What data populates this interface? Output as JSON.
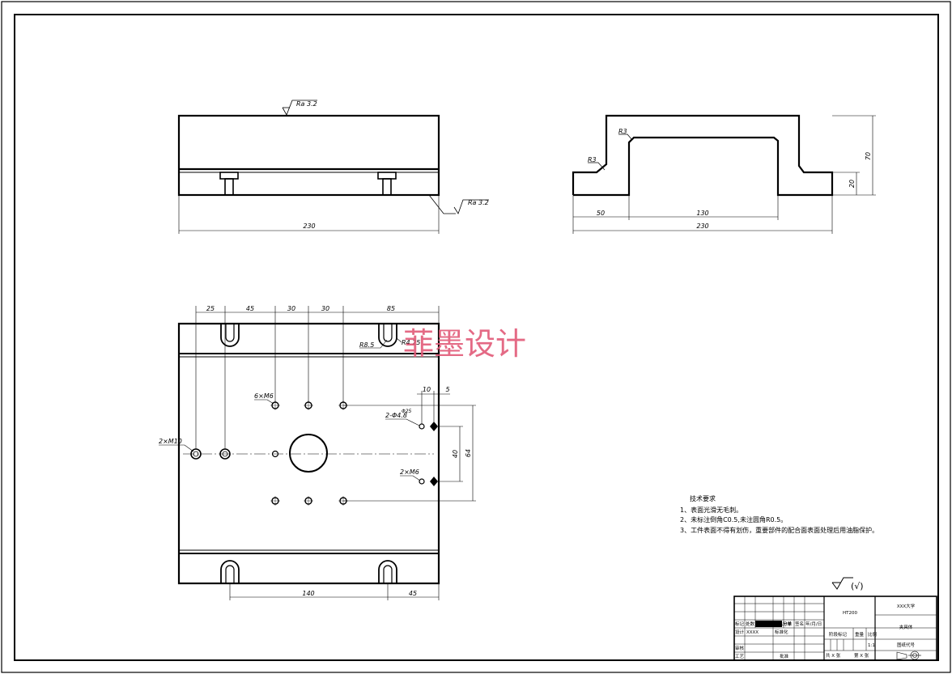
{
  "front_view": {
    "surface_top": "Ra 3.2",
    "surface_bottom": "Ra 3.2",
    "width_dim": "230"
  },
  "side_view": {
    "radius_inner": "R3",
    "radius_outer": "R3",
    "height_total": "70",
    "height_step": "20",
    "dim_left": "50",
    "dim_middle": "130",
    "width_dim": "230"
  },
  "top_view": {
    "dims_top": [
      "25",
      "45",
      "30",
      "30",
      "85"
    ],
    "slot_outer_radius": "R8.5",
    "slot_inner_radius": "R4.25",
    "holes_m6": "6×M6",
    "holes_m10": "2×M10",
    "holes_pin": "2-Φ4.8",
    "pin_depth": "Φ25",
    "holes_m6b": "2×M6",
    "dim_10": "10",
    "dim_5": "5",
    "dim_40": "40",
    "dim_64": "64",
    "dim_140": "140",
    "dim_45": "45"
  },
  "watermark": "菲墨设计",
  "tech_requirements": {
    "title": "技术要求",
    "items": [
      "1、表面光滑无毛刺。",
      "2、未标注倒角C0.5,未注圆角R0.5。",
      "3、工件表面不得有划伤，重要部件的配合面表面处理后用油脂保护。"
    ]
  },
  "roughness_symbol": "(√)",
  "title_block": {
    "material": "HT200",
    "university": "XXX大学",
    "part_name": "夹具体",
    "drawing_no": "图纸代号",
    "scale": "1:1",
    "scale_label": "比例",
    "mark_label": "标记",
    "count_label": "处数",
    "design_label": "设计",
    "design_name": "XXXX",
    "standard_label": "标准化",
    "sign_label": "签名",
    "date_label": "年/月/日",
    "stage_label": "阶段标记",
    "weight_label": "重量",
    "review_label": "审核",
    "process_label": "工艺",
    "approve_label": "批准",
    "sheets_total": "共 X 张",
    "sheet_no": "第 X 张",
    "stamp_text": "汇总分单"
  }
}
